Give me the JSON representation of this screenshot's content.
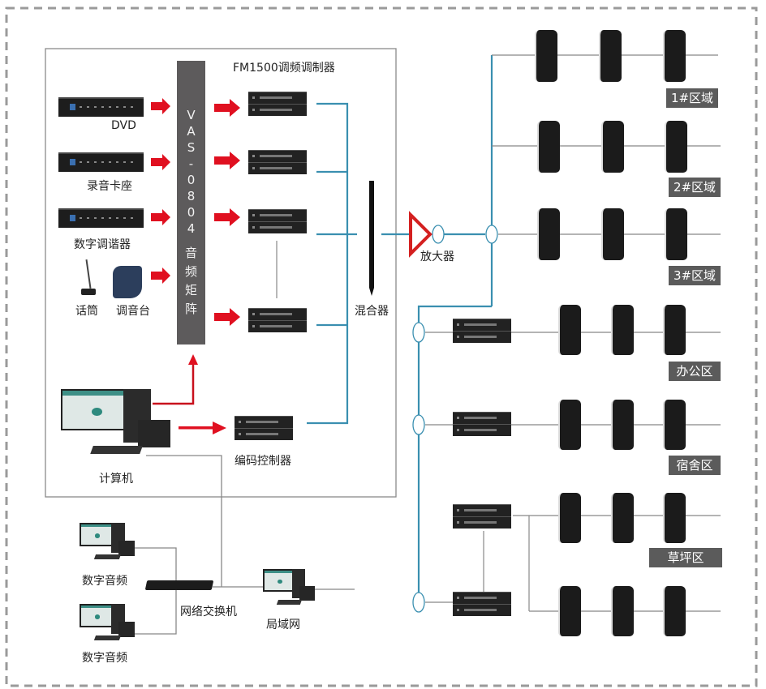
{
  "diagram": {
    "title": "FM1500调频调制器",
    "matrix": {
      "label_chars": [
        "V",
        "A",
        "S",
        "-",
        "0",
        "8",
        "0",
        "4",
        "",
        "音",
        "频",
        "矩",
        "阵"
      ],
      "full_label": "VAS-0804 音频矩阵"
    },
    "sources": [
      {
        "label": "DVD"
      },
      {
        "label": "录音卡座"
      },
      {
        "label": "数字调谐器"
      },
      {
        "label": "话筒"
      },
      {
        "label": "调音台"
      }
    ],
    "computer_label": "计算机",
    "encoder_label": "编码控制器",
    "mixer_label": "混合器",
    "amplifier_label": "放大器",
    "network": {
      "workstations": [
        {
          "label": "数字音频"
        },
        {
          "label": "数字音频"
        }
      ],
      "switch_label": "网络交换机",
      "lan_label": "局域网"
    },
    "zones": [
      {
        "label": "1#区域"
      },
      {
        "label": "2#区域"
      },
      {
        "label": "3#区域"
      },
      {
        "label": "办公区"
      },
      {
        "label": "宿舍区"
      },
      {
        "label": "草坪区"
      }
    ],
    "colors": {
      "signal_line": "#3a8fb0",
      "arrow": "#e01020",
      "border_dashed": "#9a9a9a",
      "zone_tag": "#5b5b5b",
      "matrix": "#5d5b5c"
    }
  }
}
